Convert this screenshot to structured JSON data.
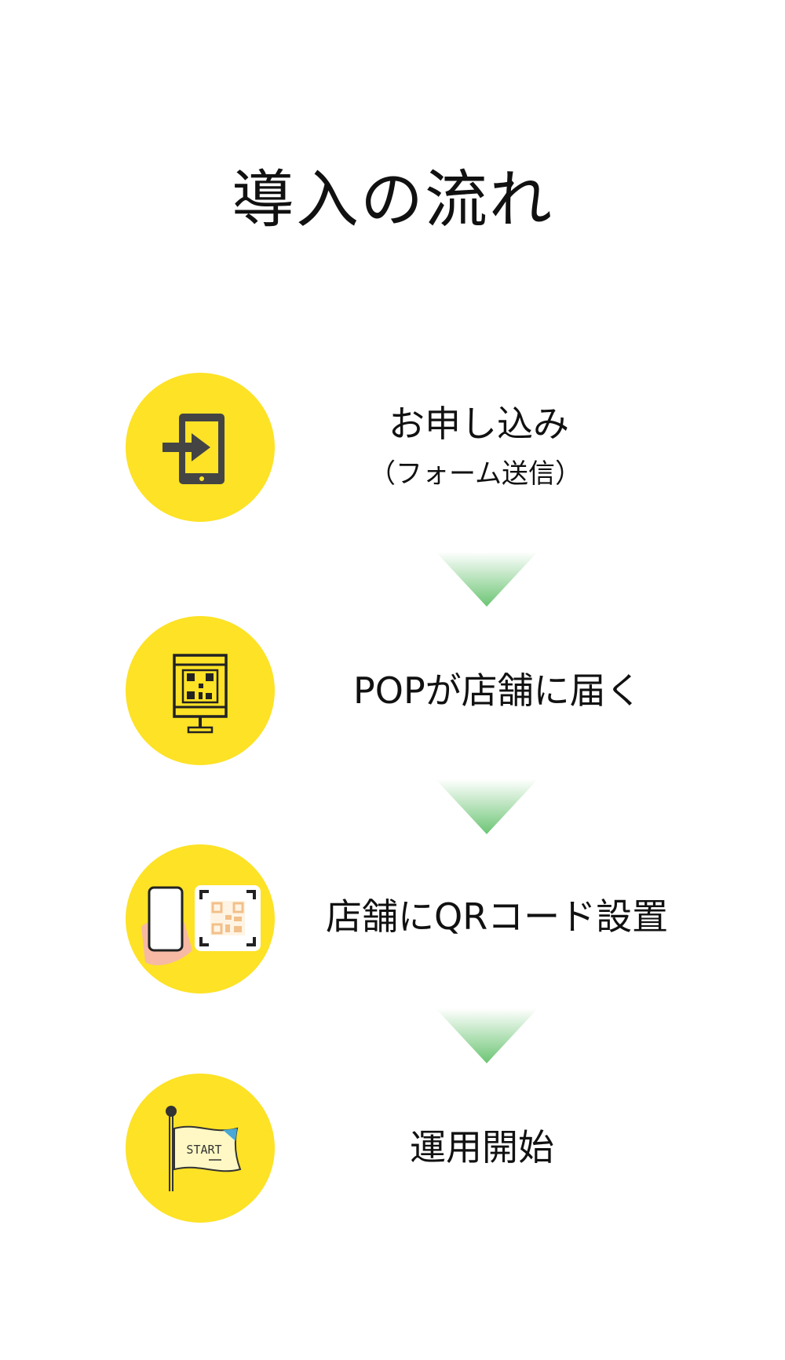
{
  "title": "導入の流れ",
  "steps": [
    {
      "label": "お申し込み",
      "sublabel": "（フォーム送信）",
      "icon": "tablet-login-arrow-icon"
    },
    {
      "label": "POPが店舗に届く",
      "icon": "qr-pop-stand-icon"
    },
    {
      "label": "店舗にQRコード設置",
      "icon": "phone-scan-qr-icon"
    },
    {
      "label": "運用開始",
      "icon": "start-flag-icon",
      "icon_text": "START"
    }
  ],
  "colors": {
    "circle": "#fde226",
    "arrow": "#6cc574",
    "text": "#111111"
  }
}
